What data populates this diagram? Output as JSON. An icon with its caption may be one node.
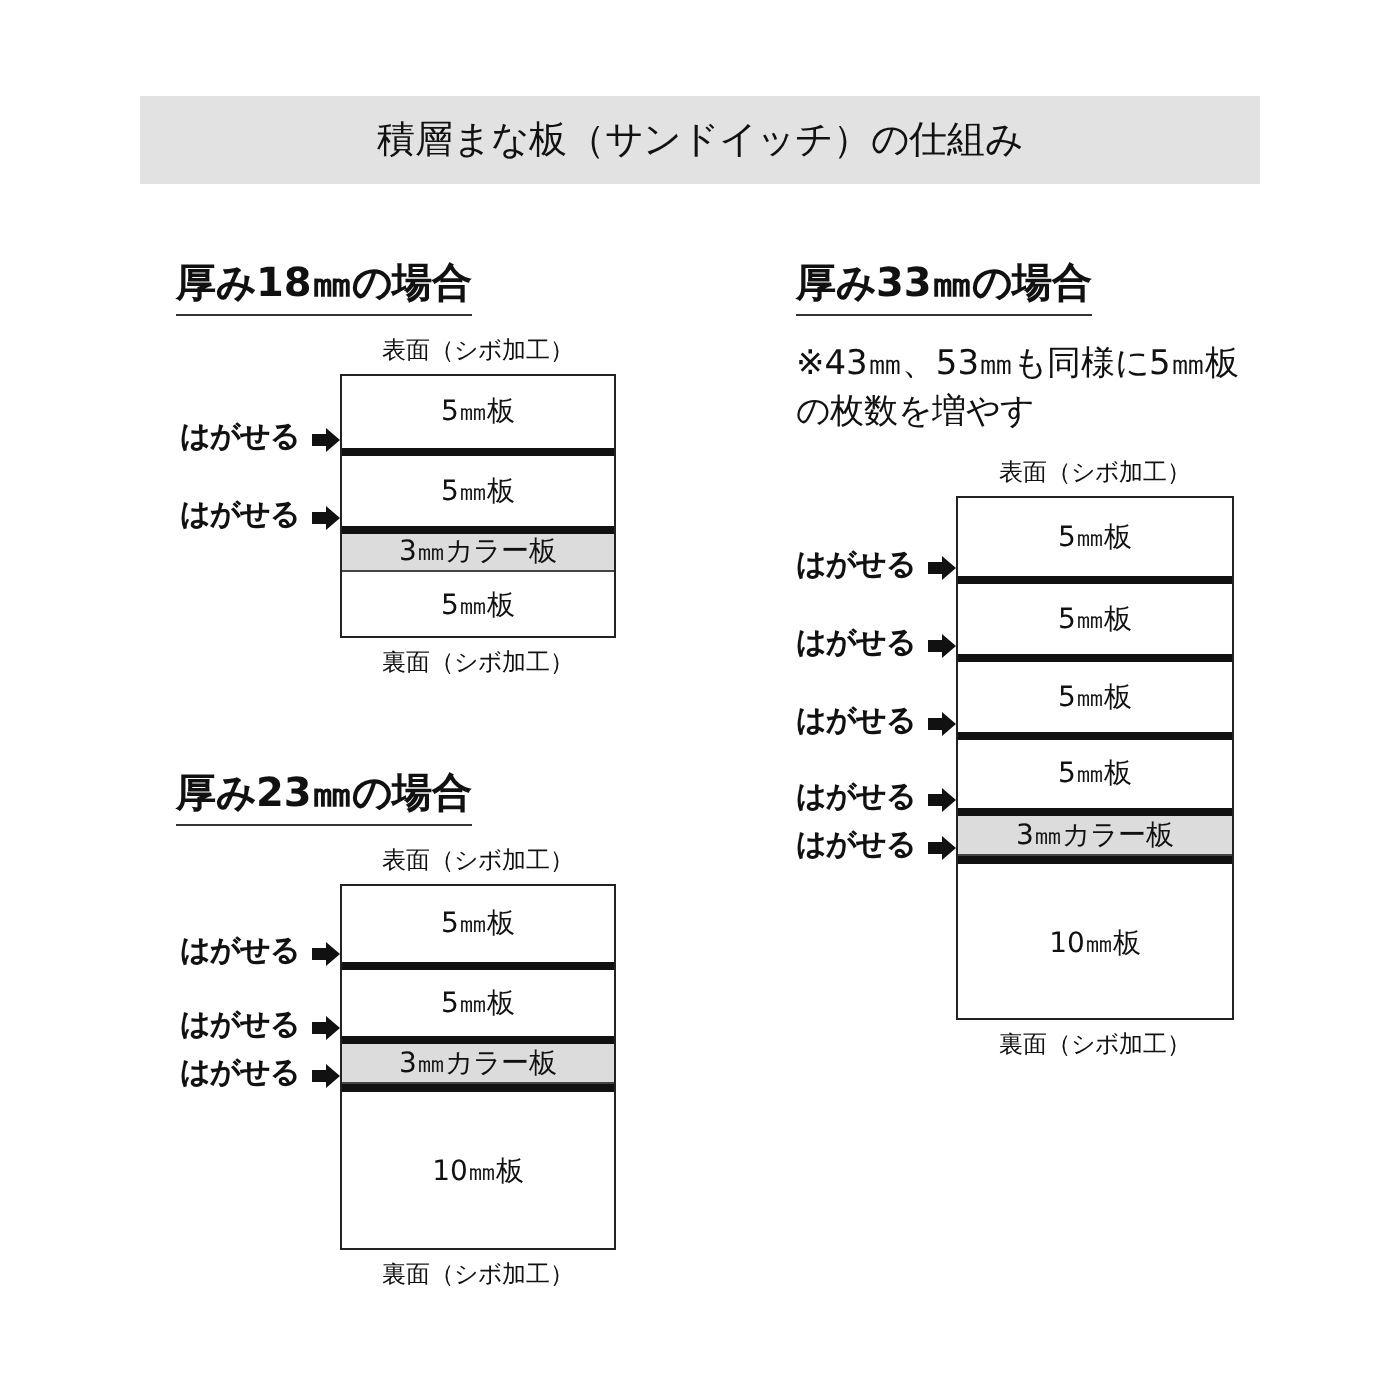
{
  "diagram": {
    "nodes": [
      {
        "text": [
          "積層まな板（サンドイッチ）の仕組み"
        ]
      },
      {
        "text": [
          "表面（シボ加工）"
        ],
        "beside": [
          "裏面（シボ加工）"
        ]
      },
      {
        "text": [
          "5㎜板"
        ],
        "in": 1
      },
      {
        "text": [
          "5㎜板"
        ],
        "in": 1
      },
      {
        "text": [
          "3㎜カラー板"
        ],
        "in": 1
      },
      {
        "text": [
          "5㎜板"
        ],
        "in": 1
      },
      {
        "text": [
          "表面（シボ加工）"
        ],
        "beside": [
          "裏面（シボ加工）"
        ]
      },
      {
        "text": [
          "5㎜板"
        ],
        "in": 6
      },
      {
        "text": [
          "5㎜板"
        ],
        "in": 6
      },
      {
        "text": [
          "3㎜カラー板"
        ],
        "in": 6
      },
      {
        "text": [
          "10㎜板"
        ],
        "in": 6
      },
      {
        "text": [
          "表面（シボ加工）"
        ],
        "beside": [
          "裏面（シボ加工）"
        ]
      },
      {
        "text": [
          "5㎜板"
        ],
        "in": 11
      },
      {
        "text": [
          "5㎜板"
        ],
        "in": 11
      },
      {
        "text": [
          "5㎜板"
        ],
        "in": 11
      },
      {
        "text": [
          "5㎜板"
        ],
        "in": 11
      },
      {
        "text": [
          "3㎜カラー板"
        ],
        "in": 11
      },
      {
        "text": [
          "10㎜板"
        ],
        "in": 11
      }
    ],
    "labels": [
      "厚み18㎜の場合",
      "厚み33㎜の場合",
      "※43㎜、53㎜も同様に5㎜板の枚数を増やす",
      "はがせる",
      "はがせる",
      "厚み23㎜の場合",
      "はがせる",
      "はがせる",
      "はがせる",
      "はがせる",
      "はがせる",
      "はがせる",
      "はがせる",
      "はがせる"
    ]
  }
}
